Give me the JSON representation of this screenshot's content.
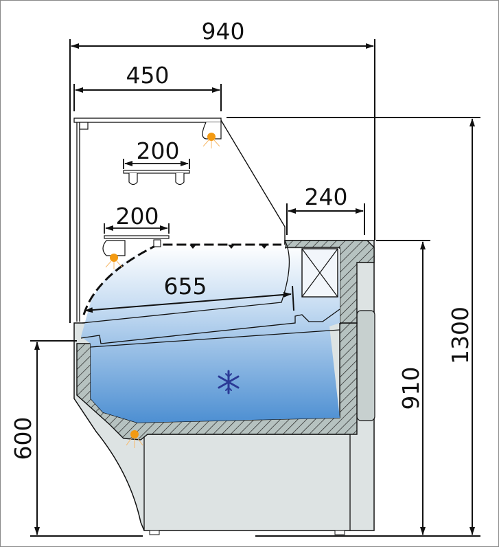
{
  "diagram": {
    "type": "refrigerated display counter cross-section",
    "units": "mm",
    "dimensions": {
      "overall_depth": "940",
      "top_glass_shelf_depth": "450",
      "upper_shelf_depth": "200",
      "lower_shelf_depth": "200",
      "rear_work_top_depth": "240",
      "display_surface_depth": "655",
      "overall_height": "1300",
      "counter_height": "910",
      "front_rest_height": "600"
    },
    "icons": {
      "cooling": "snowflake-icon",
      "lights": [
        "light-top-icon",
        "light-shelf-icon",
        "light-base-icon"
      ]
    },
    "colors": {
      "line": "#111111",
      "hatch_fill": "#b6c2c0",
      "body_fill": "#dde3e3",
      "cold_top": "#ffffff",
      "cold_bottom": "#4d8fd2",
      "snowflake": "#2b3a96",
      "lamp": "#f39a12"
    }
  }
}
